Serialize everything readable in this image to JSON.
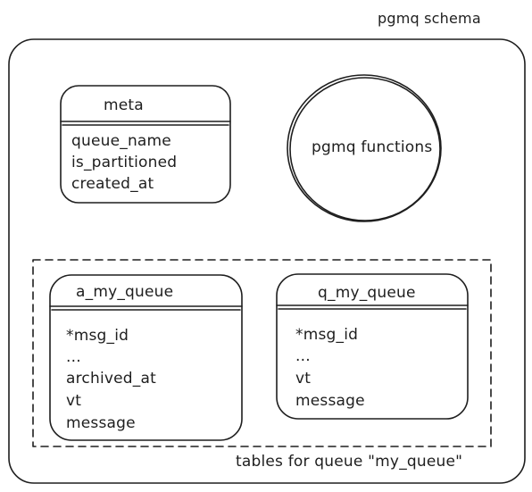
{
  "schema": {
    "label": "pgmq schema"
  },
  "meta_table": {
    "title": "meta",
    "fields": [
      "queue_name",
      "is_partitioned",
      "created_at"
    ]
  },
  "functions": {
    "label": "pgmq functions"
  },
  "queue_group": {
    "caption": "tables for queue \"my_queue\""
  },
  "archive_table": {
    "title": "a_my_queue",
    "fields": [
      "*msg_id",
      "...",
      "archived_at",
      "vt",
      "message"
    ]
  },
  "queue_table": {
    "title": "q_my_queue",
    "fields": [
      "*msg_id",
      "...",
      "vt",
      "message"
    ]
  }
}
